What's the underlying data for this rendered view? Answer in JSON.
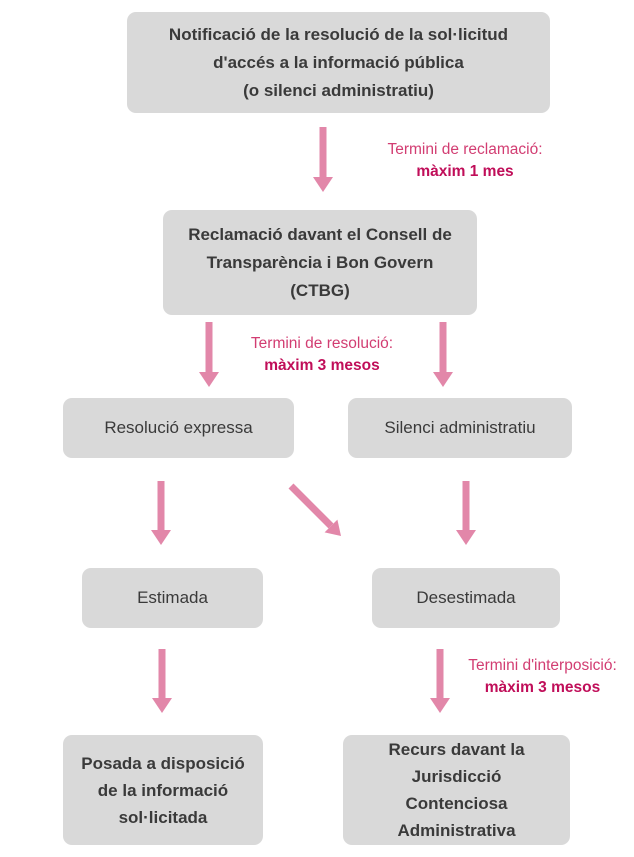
{
  "colors": {
    "node_fill": "#d9d9d9",
    "node_text": "#3a3a3a",
    "arrow": "#e287a9",
    "label_title": "#d23d72",
    "label_value": "#c00e59"
  },
  "nodes": {
    "notificacio": "Notificació de la resolució de la sol·licitud\nd'accés a la informació pública\n(o silenci administratiu)",
    "reclamacio": "Reclamació davant el Consell de\nTransparència i Bon Govern\n(CTBG)",
    "resolucio_expressa": "Resolució expressa",
    "silenci_administratiu": "Silenci administratiu",
    "estimada": "Estimada",
    "desestimada": "Desestimada",
    "posada_disposicio": "Posada a disposició\nde la informació\nsol·licitada",
    "recurs_jurisdiccio": "Recurs davant la\nJurisdicció\nContenciosa\nAdministrativa"
  },
  "labels": {
    "reclamacio_termini": {
      "title": "Termini de reclamació:",
      "value": "màxim 1 mes"
    },
    "resolucio_termini": {
      "title": "Termini de resolució:",
      "value": "màxim 3 mesos"
    },
    "interposicio_termini": {
      "title": "Termini d'interposició:",
      "value": "màxim 3 mesos"
    }
  }
}
